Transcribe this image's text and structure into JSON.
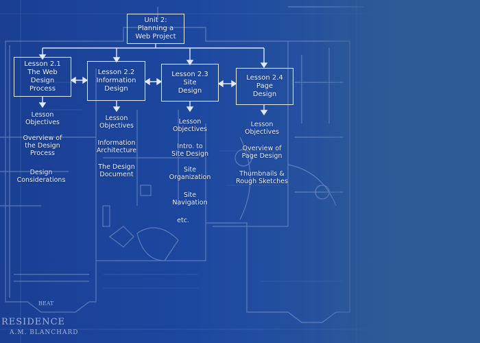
{
  "unit": {
    "title": "Unit 2:\nPlanning a\nWeb Project"
  },
  "lessons": [
    {
      "title": "Lesson 2.1\nThe Web\nDesign\nProcess",
      "topics": [
        "Lesson\nObjectives",
        "Overview of\nthe Design\nProcess",
        "Design\nConsiderations"
      ]
    },
    {
      "title": "Lesson 2.2\nInformation\nDesign",
      "topics": [
        "Lesson\nObjectives",
        "Information\nArchitecture",
        "The Design\nDocument"
      ]
    },
    {
      "title": "Lesson 2.3\nSite\nDesign",
      "topics": [
        "Lesson\nObjectives",
        "Intro. to\nSite Design",
        "Site\nOrganization",
        "Site\nNavigation",
        "etc."
      ]
    },
    {
      "title": "Lesson 2.4\nPage\nDesign",
      "topics": [
        "Lesson\nObjectives",
        "Overview of\nPage Design",
        "Thumbnails &\nRough Sketches"
      ]
    }
  ],
  "colors": {
    "background": "#1d48a0",
    "line": "#dfe7f6",
    "text": "#eef3fb"
  },
  "stamps": {
    "residence": "RESIDENCE",
    "owner": "A.M. BLANCHARD",
    "bay": "BEAT"
  }
}
